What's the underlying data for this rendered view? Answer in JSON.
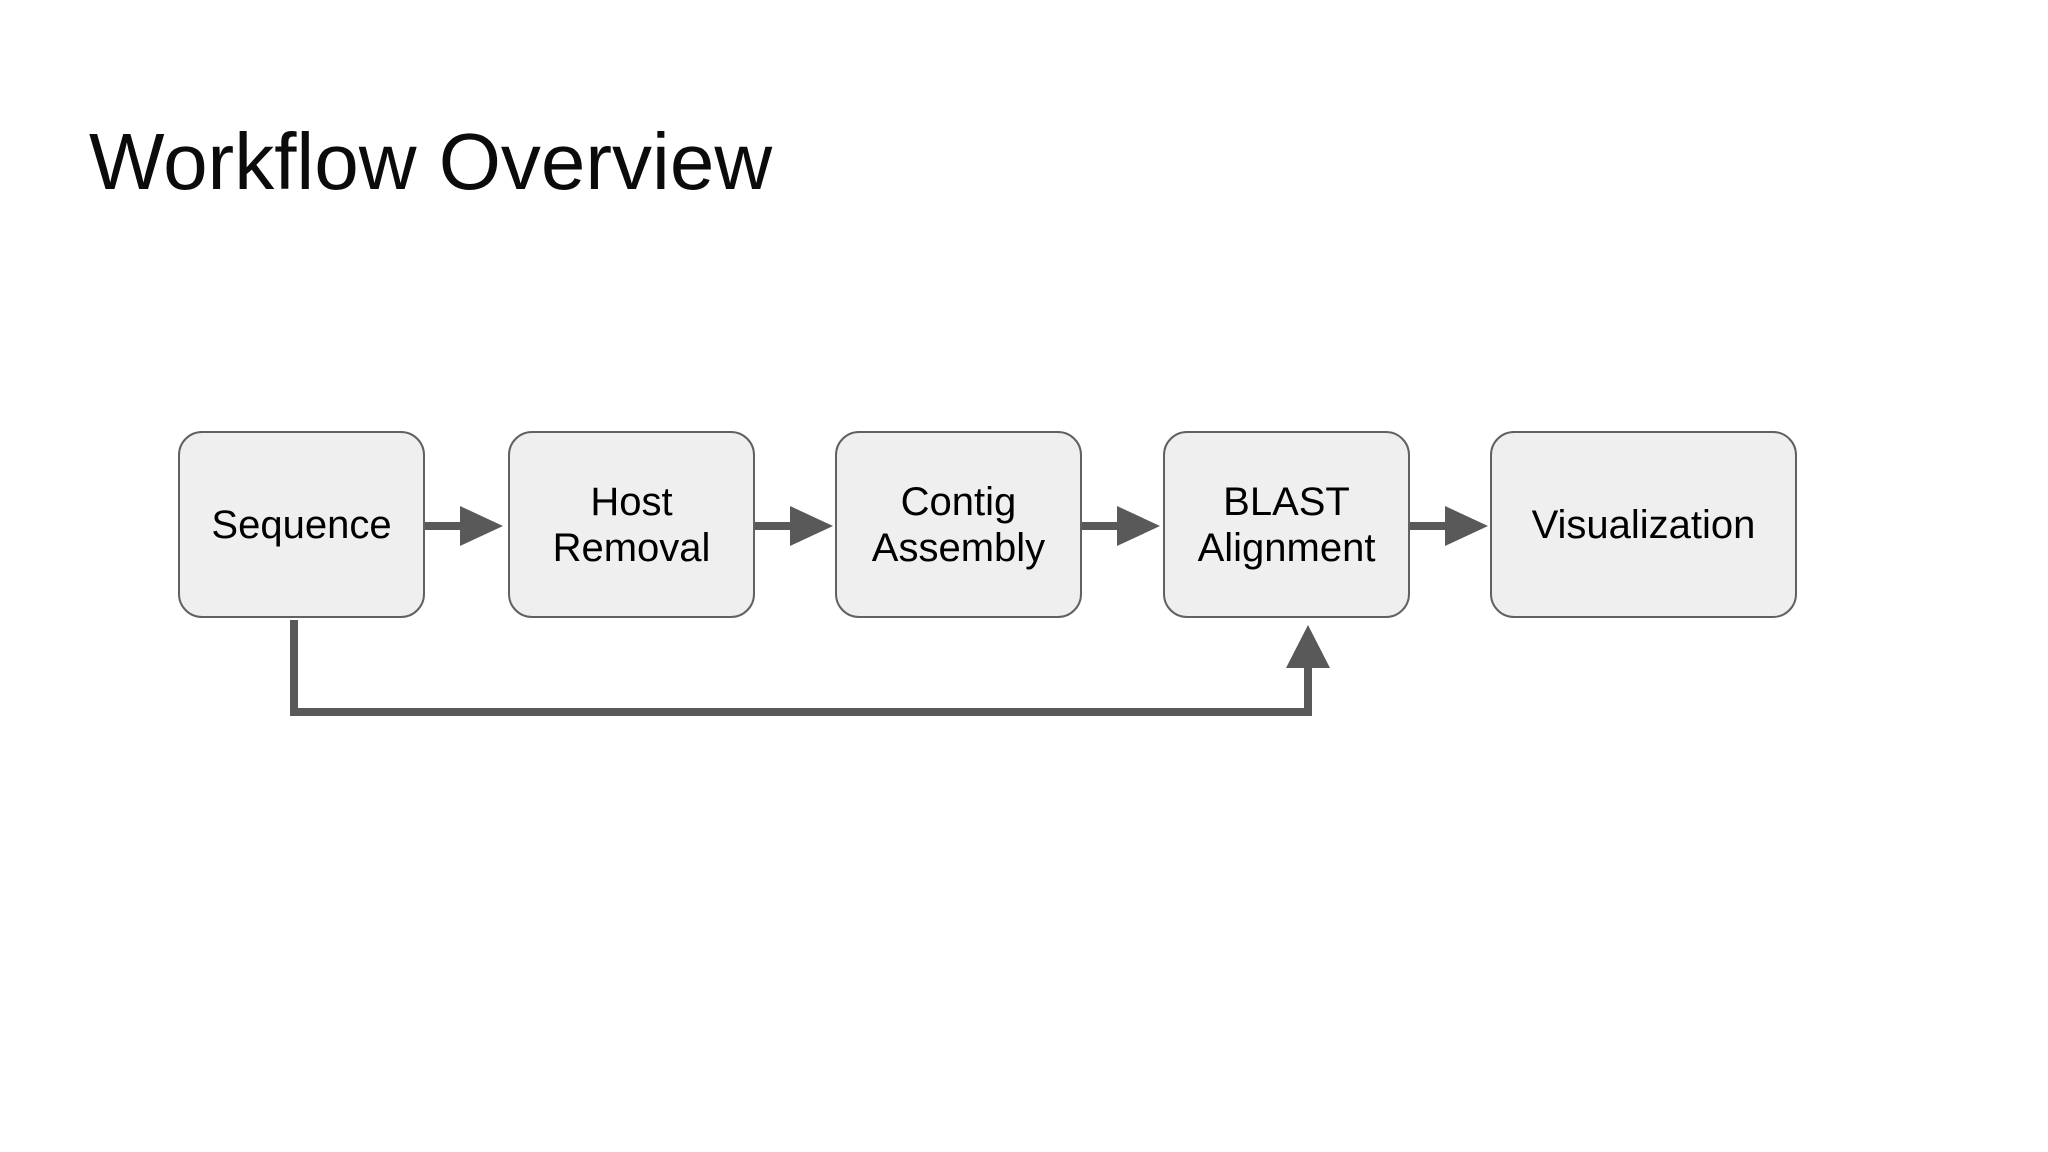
{
  "page": {
    "title": "Workflow Overview",
    "background": "#ffffff"
  },
  "diagram": {
    "type": "flowchart",
    "direction": "left-to-right",
    "style": {
      "node_fill": "#efefef",
      "node_border": "#616161",
      "node_text_color": "#000000",
      "arrow_color": "#595959"
    },
    "nodes": [
      {
        "id": "sequence",
        "label": "Sequence"
      },
      {
        "id": "host-removal",
        "label": "Host\nRemoval"
      },
      {
        "id": "contig-assembly",
        "label": "Contig\nAssembly"
      },
      {
        "id": "blast-alignment",
        "label": "BLAST\nAlignment"
      },
      {
        "id": "visualization",
        "label": "Visualization"
      }
    ],
    "edges": [
      {
        "from": "sequence",
        "to": "host-removal",
        "route": "straight"
      },
      {
        "from": "host-removal",
        "to": "contig-assembly",
        "route": "straight"
      },
      {
        "from": "contig-assembly",
        "to": "blast-alignment",
        "route": "straight"
      },
      {
        "from": "blast-alignment",
        "to": "visualization",
        "route": "straight"
      },
      {
        "from": "sequence",
        "to": "blast-alignment",
        "route": "bypass-below-row"
      }
    ]
  }
}
